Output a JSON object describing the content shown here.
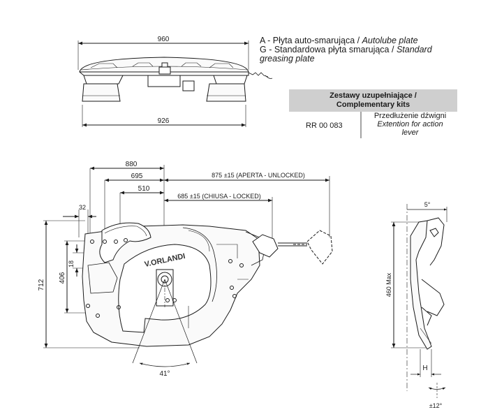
{
  "legend": {
    "line_a_prefix": "A - Płyta auto-smarująca / ",
    "line_a_en": "Autolube plate",
    "line_g_prefix": "G - Standardowa płyta smarująca / ",
    "line_g_en": "Standard",
    "line_g_en2": "greasing plate"
  },
  "kits": {
    "header_line1": "Zestawy uzupełniające /",
    "header_line2": "Complementary kits",
    "code": "RR 00 083",
    "desc_pl": "Przedłużenie dźwigni",
    "desc_en1": "Extention for action",
    "desc_en2": "lever"
  },
  "dims": {
    "top_width": "960",
    "base_width": "926",
    "d880": "880",
    "d695": "695",
    "d510": "510",
    "d32": "32",
    "unlocked": "875 ±15  (APERTA - UNLOCKED)",
    "locked": "685 ±15  (CHIUSA - LOCKED)",
    "d18": "18",
    "d406": "406",
    "d712": "712",
    "angle41": "41°",
    "angle5": "5°",
    "max460": "460 Max",
    "h": "H",
    "tilt12": "±12°"
  },
  "brand": "V.ORLANDI"
}
